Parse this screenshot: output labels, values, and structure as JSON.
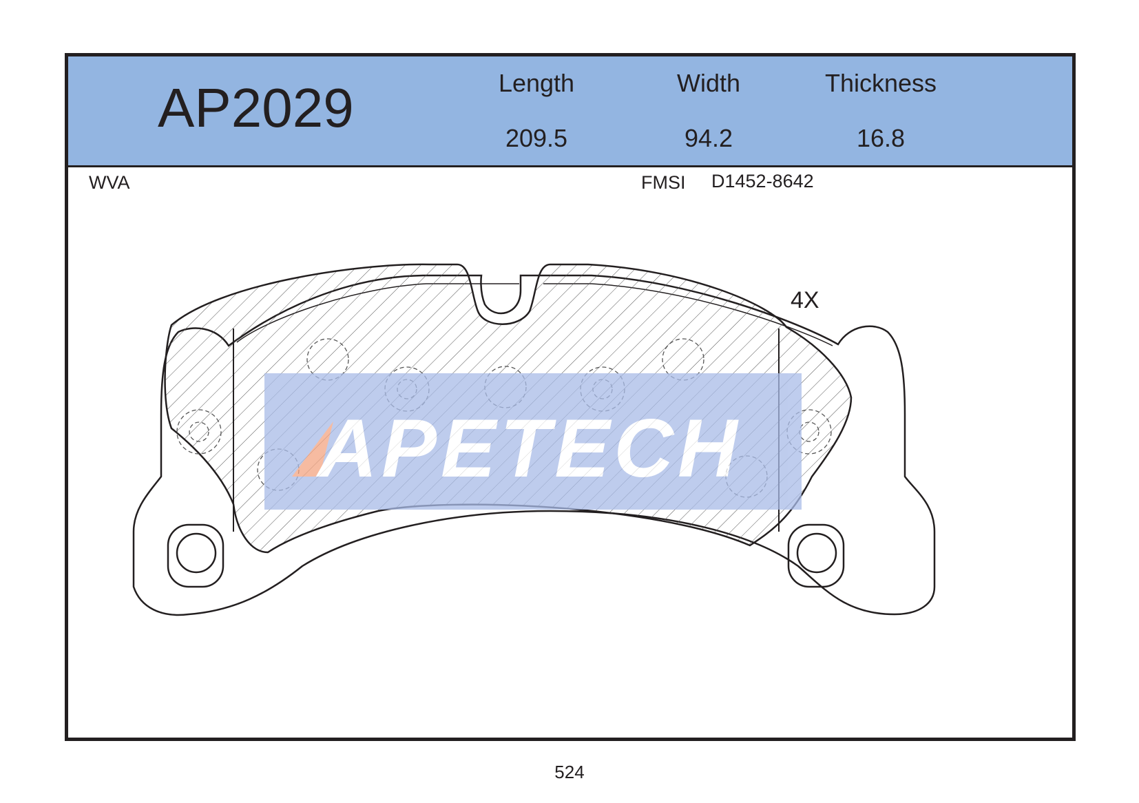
{
  "header": {
    "part_number": "AP2029",
    "columns": [
      {
        "label": "Length",
        "value": "209.5"
      },
      {
        "label": "Width",
        "value": "94.2"
      },
      {
        "label": "Thickness",
        "value": "16.8"
      }
    ]
  },
  "references": {
    "wva_label": "WVA",
    "fmsi_label": "FMSI",
    "fmsi_code": "D1452-8642"
  },
  "quantity": "4X",
  "watermark": {
    "brand": "APETECH",
    "box_color": "#a9bce8",
    "accent_color": "#f4a582"
  },
  "page_number": "524"
}
